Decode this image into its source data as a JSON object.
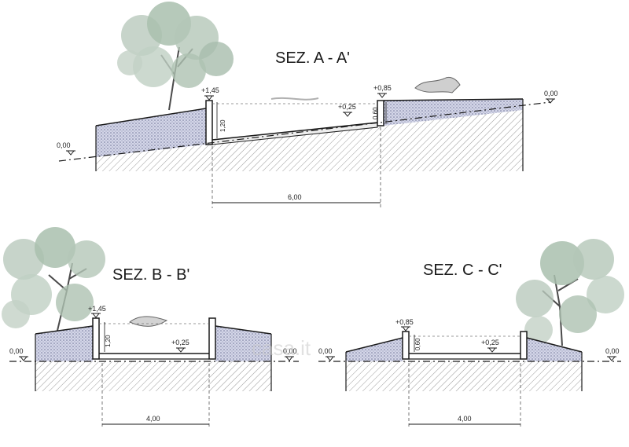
{
  "sections": [
    {
      "title": "SEZ. A - A'",
      "levels": {
        "ground_left": "0,00",
        "ground_right": "0,00",
        "wall_left_top": "+1,45",
        "floor": "+0,25",
        "wall_right_top": "+0,85"
      },
      "heights": {
        "left_wall": "1,20",
        "right_wall": "0,60"
      },
      "span": "6,00"
    },
    {
      "title": "SEZ. B - B'",
      "levels": {
        "ground_left": "0,00",
        "ground_right": "0,00",
        "wall_left_top": "+1,45",
        "floor": "+0,25"
      },
      "heights": {
        "left_wall": "1,20"
      },
      "span": "4,00"
    },
    {
      "title": "SEZ. C - C'",
      "levels": {
        "ground_left": "0,00",
        "ground_right": "0,00",
        "wall_left_top": "+0,85",
        "floor": "+0,25"
      },
      "heights": {
        "left_wall": "0,60"
      },
      "span": "4,00"
    }
  ],
  "watermark": "casa.it",
  "colors": {
    "stipple": "#9aa0c4",
    "hatch": "#8a8a8a",
    "line": "#1a1a1a",
    "tree": "#7f9a86"
  }
}
